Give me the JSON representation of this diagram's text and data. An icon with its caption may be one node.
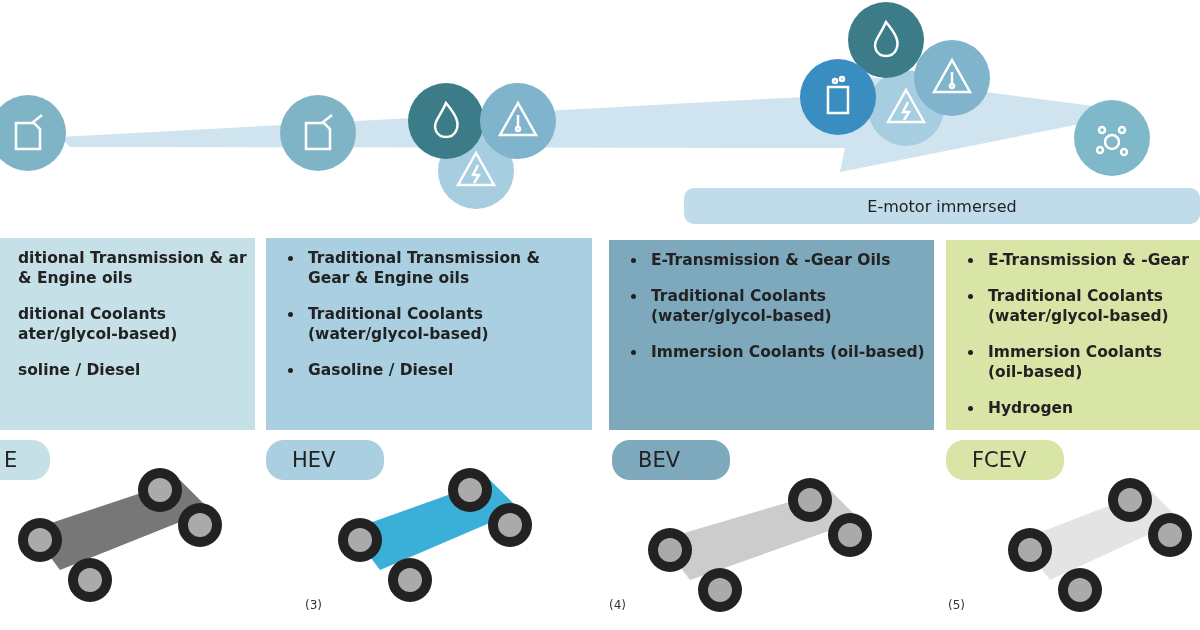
{
  "diagram": {
    "nodes": [
      {
        "text": [
          "ditional Transmission & ar & Engine oils",
          "ditional Coolants ater/glycol-based)",
          "soline / Diesel"
        ]
      },
      {
        "text": [
          "Traditional Transmission & Gear & Engine oils",
          "Traditional Coolants (water/glycol-based)",
          "Gasoline / Diesel"
        ]
      },
      {
        "text": [
          "E-Transmission & -Gear Oils",
          "Traditional Coolants (water/glycol-based)",
          "Immersion Coolants (oil-based)"
        ]
      },
      {
        "text": [
          "E-Transmission & -Gear",
          "Traditional Coolants (water/glycol-based)",
          "Immersion Coolants (oil-based)",
          "Hydrogen"
        ]
      },
      {
        "text": [
          "E"
        ]
      },
      {
        "text": [
          "HEV"
        ]
      },
      {
        "text": [
          "BEV"
        ]
      },
      {
        "text": [
          "FCEV"
        ]
      },
      {
        "text": [
          "E-motor immersed"
        ]
      }
    ],
    "labels": [
      "(3)",
      "(4)",
      "(5)"
    ]
  }
}
